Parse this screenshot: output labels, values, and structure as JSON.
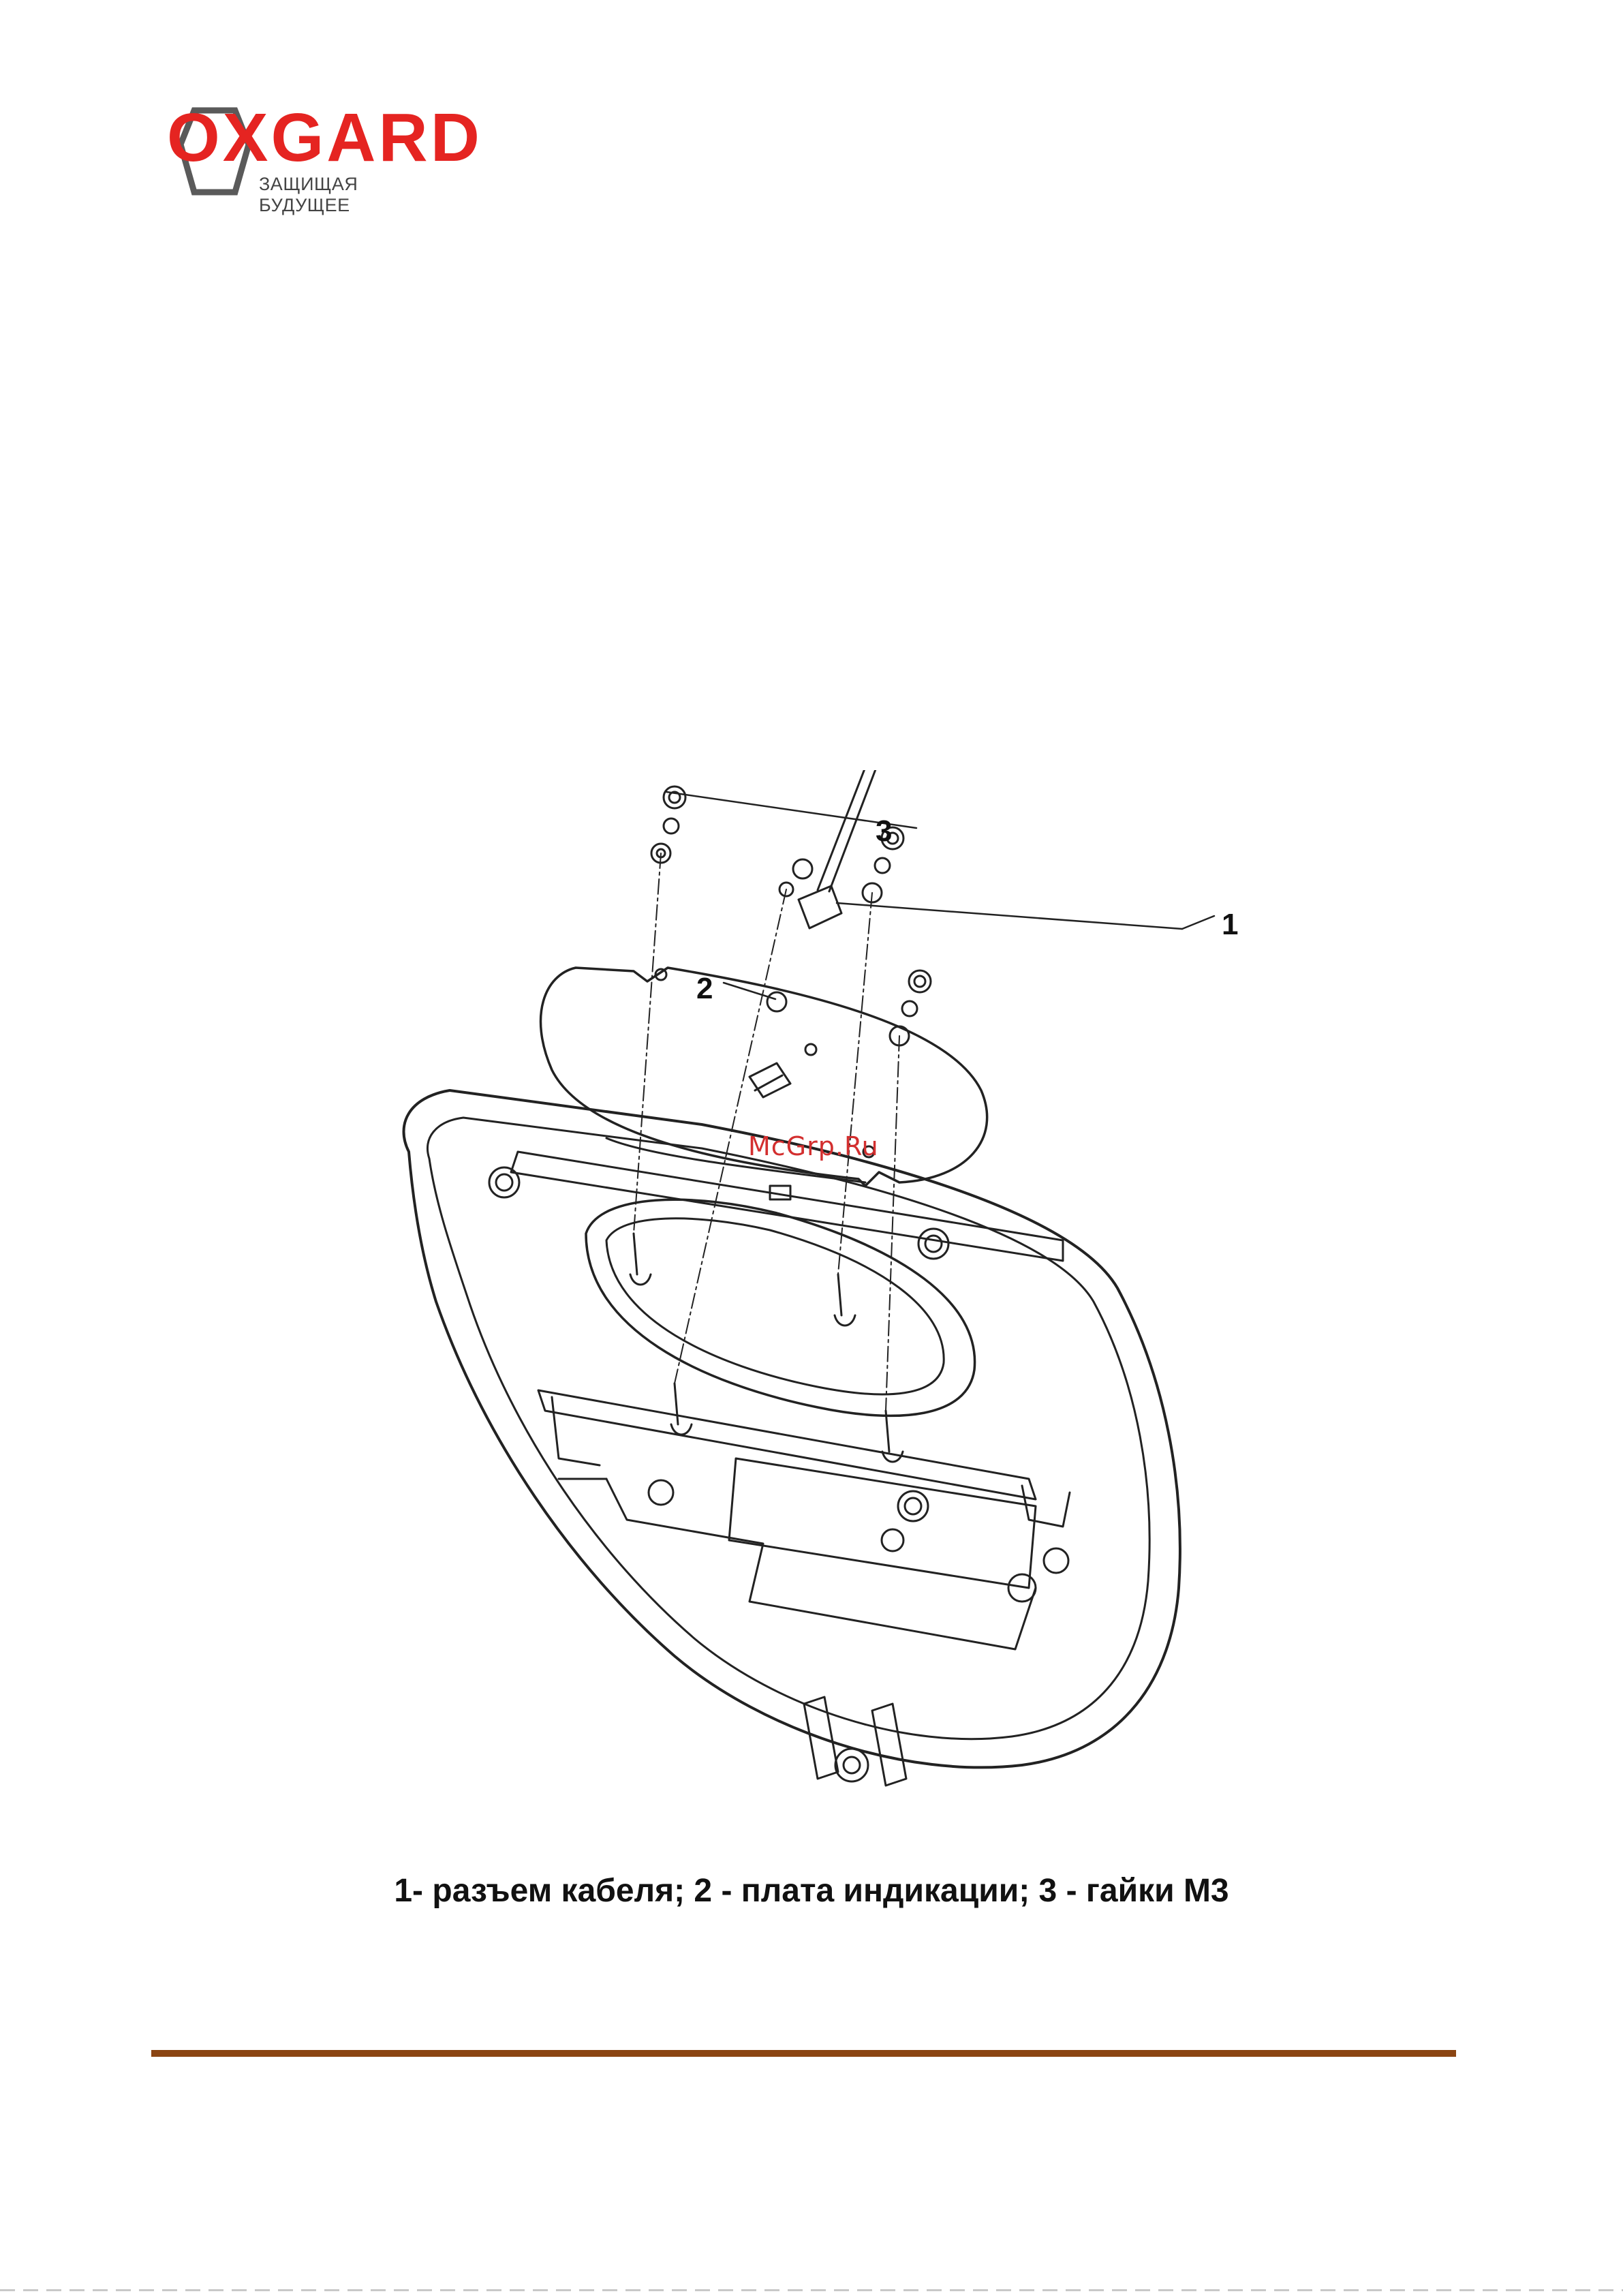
{
  "header": {
    "logo_wordmark": "OXGARD",
    "logo_tagline": "ЗАЩИЩАЯ БУДУЩЕЕ"
  },
  "figure": {
    "callouts": {
      "c1": "1",
      "c2": "2",
      "c3": "3"
    },
    "watermark": "McGrp.Ru",
    "caption": "1- разъем кабеля; 2 - плата индикации; 3 - гайки М3"
  },
  "colors": {
    "brand_red": "#e52421",
    "rule_brown": "#8b4513"
  }
}
